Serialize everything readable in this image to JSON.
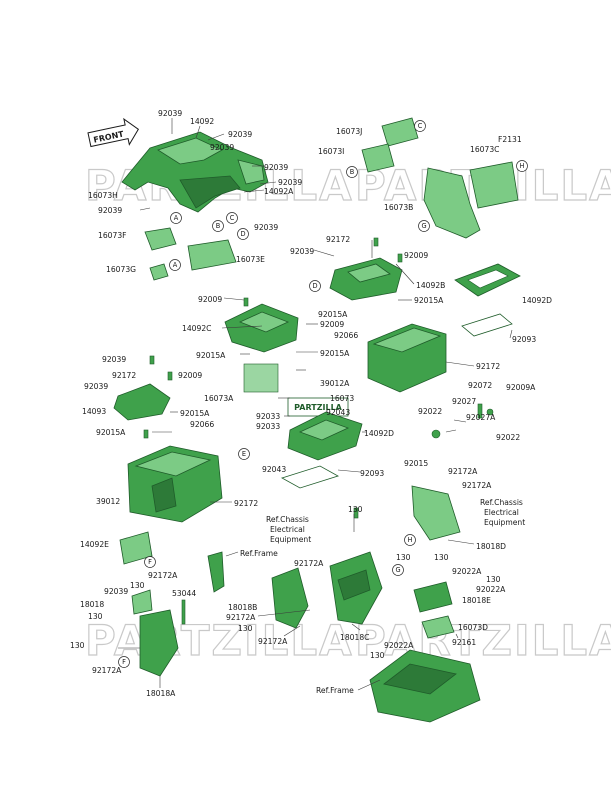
{
  "diagram": {
    "page_code": "F2131",
    "front_arrow": "FRONT",
    "watermark": "PARTZILLA",
    "center_logo": "PARTZILLA",
    "ref_labels": [
      "Ref.Chassis Electrical Equipment",
      "Ref.Frame",
      "Ref.Frame",
      "Ref.Chassis Electrical Equipment"
    ],
    "ref_lines": [
      "Ref.Chassis",
      "Electrical",
      "Equipment"
    ],
    "ref_frame": "Ref.Frame",
    "callouts": [
      "A",
      "B",
      "C",
      "D",
      "E",
      "F",
      "G",
      "H"
    ],
    "labels": {
      "l01": "92039",
      "l02": "14092",
      "l03": "92039",
      "l04": "92039",
      "l05": "92039",
      "l06": "92039",
      "l07": "14092A",
      "l08": "16073H",
      "l09": "92039",
      "l10": "92039",
      "l11": "16073F",
      "l12": "16073E",
      "l13": "16073G",
      "l14": "16073J",
      "l15": "16073I",
      "l16": "16073C",
      "l17": "16073B",
      "l18": "92172",
      "l19": "92039",
      "l20": "92009",
      "l21": "14092B",
      "l22": "14092D",
      "l23": "92015A",
      "l24": "92009",
      "l25": "14092C",
      "l26": "92009",
      "l27": "92015A",
      "l28": "92015A",
      "l29": "92066",
      "l30": "92093",
      "l31": "92172",
      "l32": "92015A",
      "l33": "39012A",
      "l34": "16073A",
      "l35": "16073",
      "l36": "92033",
      "l37": "92033",
      "l38": "92043",
      "l39": "14092D",
      "l40": "92072",
      "l41": "92009A",
      "l42": "92027",
      "l43": "92022",
      "l44": "92027A",
      "l45": "92022",
      "l46": "92039",
      "l47": "92172",
      "l48": "92009",
      "l49": "92039",
      "l50": "14093",
      "l51": "92015A",
      "l52": "92066",
      "l53": "92015A",
      "l54": "92043",
      "l55": "92093",
      "l56": "92015",
      "l57": "92172A",
      "l58": "92172A",
      "l59": "39012",
      "l60": "92172",
      "l61": "130",
      "l62": "18018D",
      "l63": "14092E",
      "l64": "92172A",
      "l65": "92039",
      "l66": "53044",
      "l67": "18018",
      "l68": "130",
      "l69": "130",
      "l70": "18018B",
      "l71": "92172A",
      "l72": "130",
      "l73": "92172A",
      "l74": "92172A",
      "l75": "18018A",
      "l76": "130",
      "l77": "130",
      "l78": "92022A",
      "l79": "130",
      "l80": "92022A",
      "l81": "18018E",
      "l82": "16073D",
      "l83": "18018C",
      "l84": "92022A",
      "l85": "92161",
      "l86": "130"
    }
  }
}
